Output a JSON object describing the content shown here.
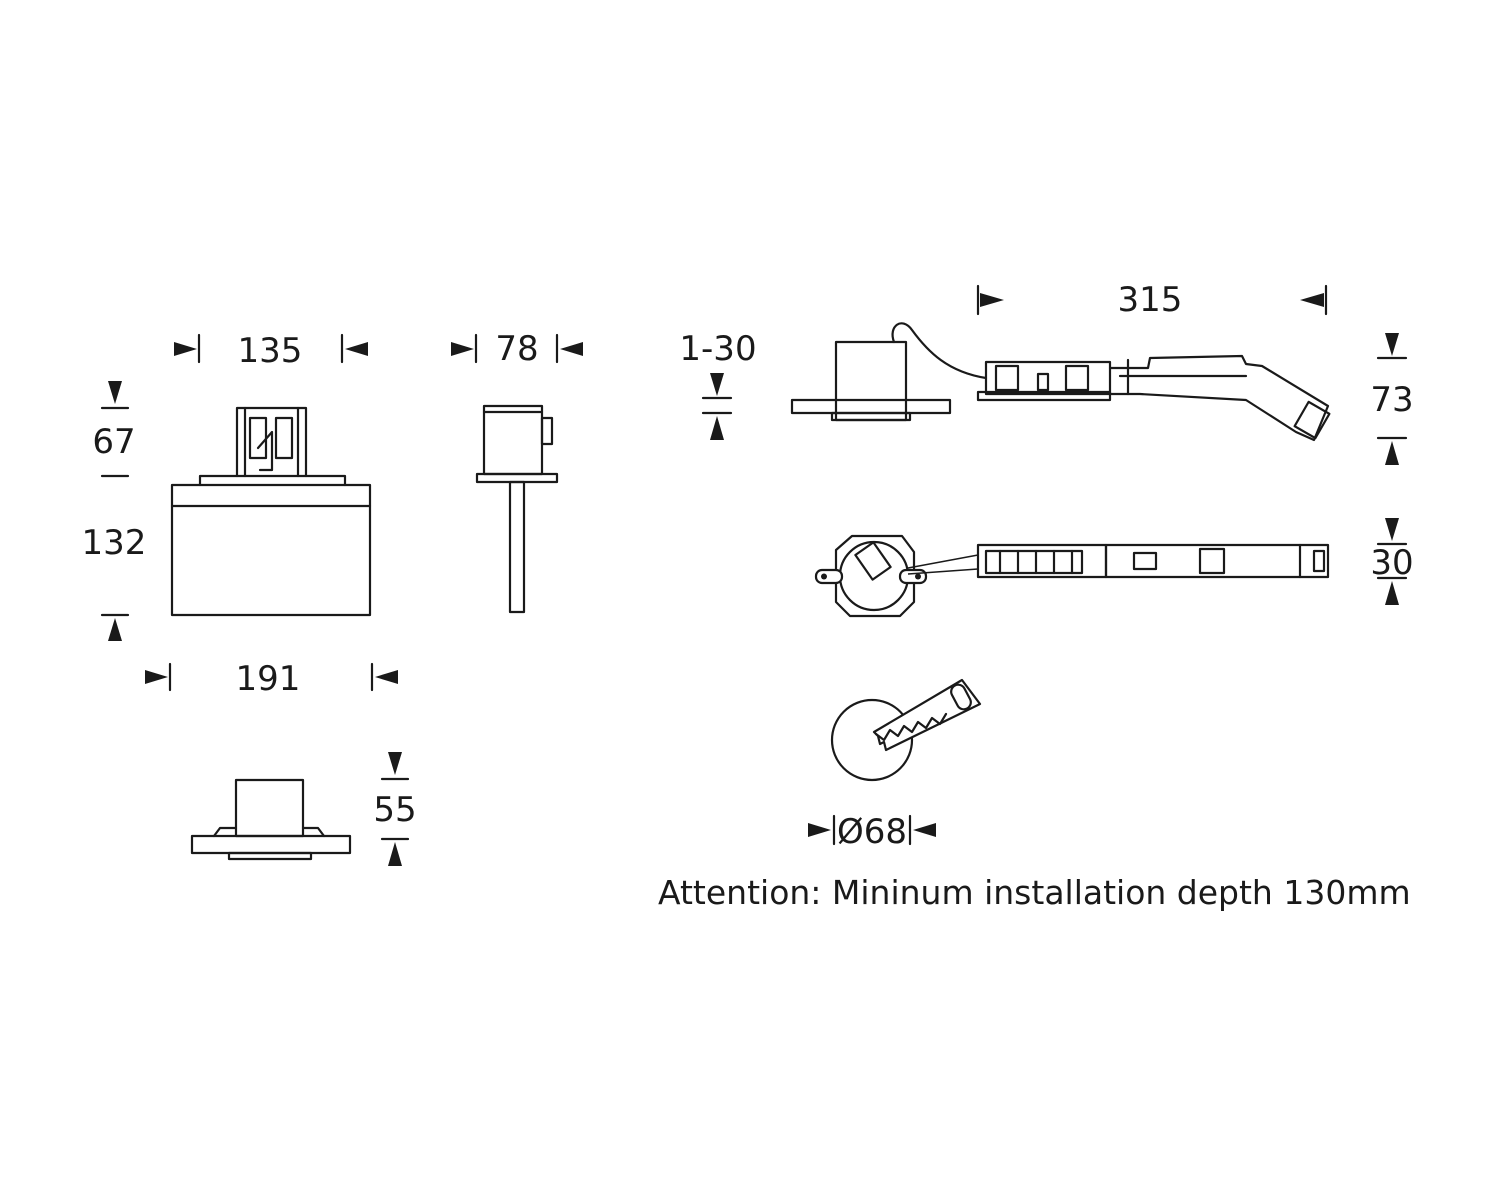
{
  "dimensions": {
    "width_trim": "135",
    "depth_side": "78",
    "ceiling_thickness": "1-30",
    "driver_length": "315",
    "top_height": "67",
    "body_height": "132",
    "width_base": "191",
    "installed_height": "55",
    "driver_angle_height": "73",
    "driver_height": "30",
    "cutout_diameter": "Ø68"
  },
  "note": "Attention: Mininum installation depth 130mm"
}
